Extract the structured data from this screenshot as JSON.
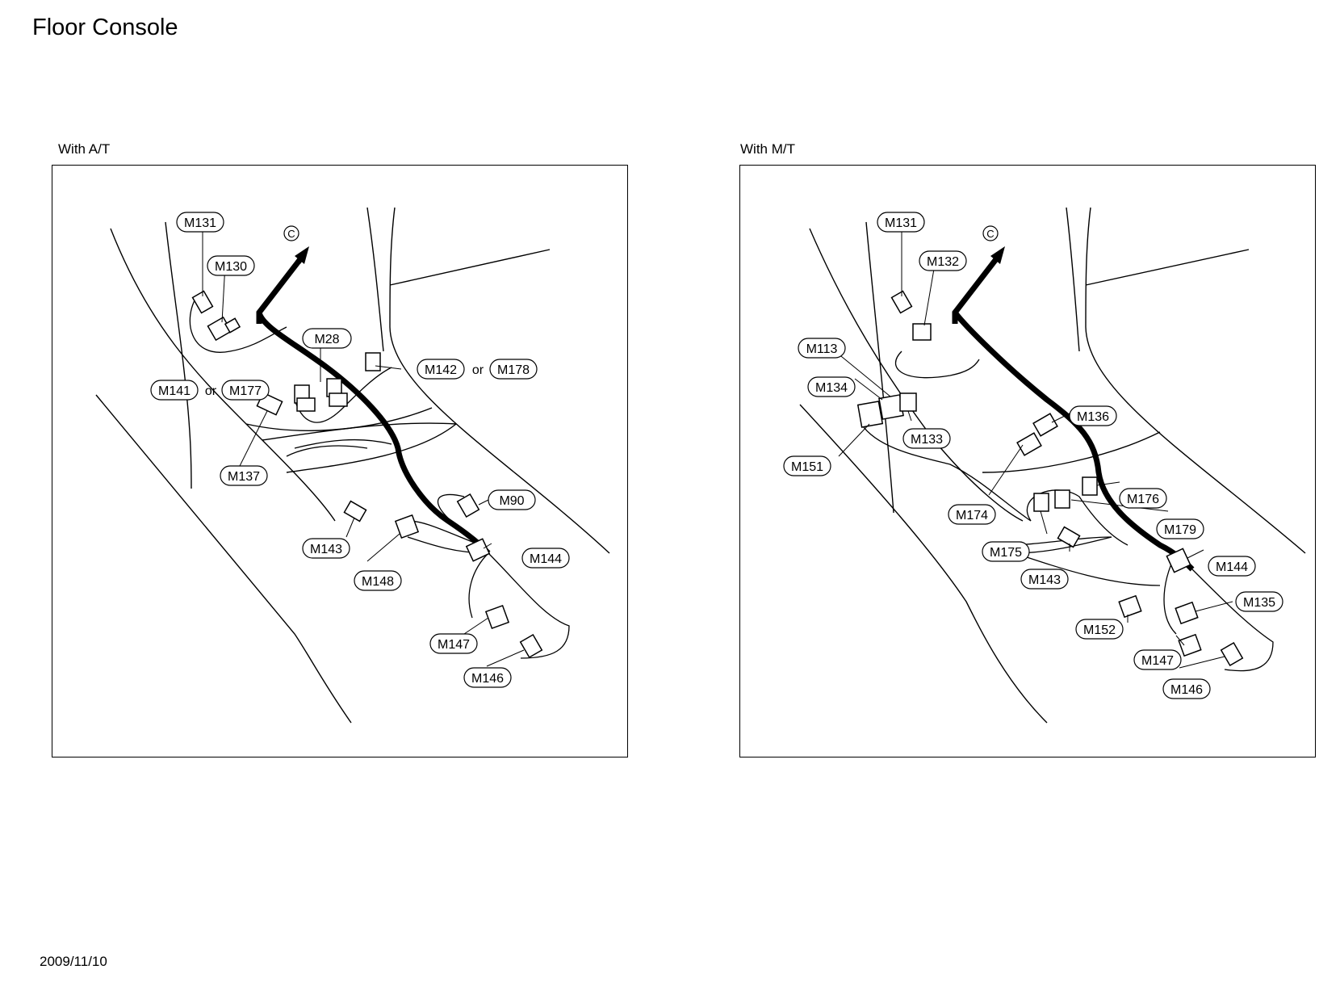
{
  "page": {
    "title": "Floor Console",
    "date": "2009/11/10"
  },
  "panels": {
    "at": {
      "caption": "With A/T",
      "ref_symbol": "C",
      "connectors": {
        "M131": "M131",
        "M130": "M130",
        "M28": "M28",
        "M142": "M142",
        "M178": "M178",
        "M141": "M141",
        "M177": "M177",
        "M137": "M137",
        "M90": "M90",
        "M143": "M143",
        "M144": "M144",
        "M148": "M148",
        "M147": "M147",
        "M146": "M146"
      },
      "or_word": "or"
    },
    "mt": {
      "caption": "With M/T",
      "ref_symbol": "C",
      "connectors": {
        "M131": "M131",
        "M132": "M132",
        "M113": "M113",
        "M134": "M134",
        "M133": "M133",
        "M151": "M151",
        "M136": "M136",
        "M176": "M176",
        "M174": "M174",
        "M179": "M179",
        "M175": "M175",
        "M143": "M143",
        "M144": "M144",
        "M135": "M135",
        "M152": "M152",
        "M147": "M147",
        "M146": "M146"
      }
    }
  }
}
